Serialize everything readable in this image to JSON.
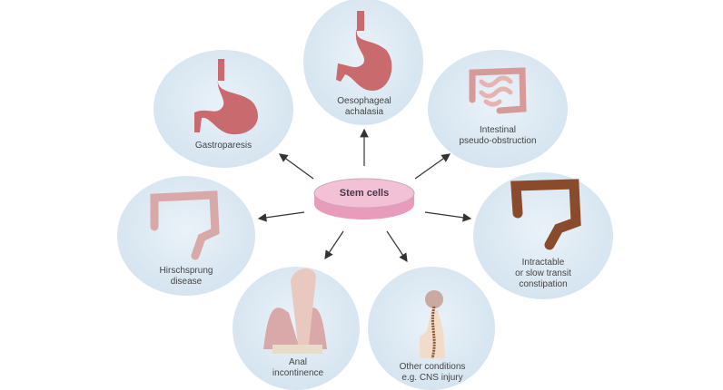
{
  "center": {
    "label": "Stem cells"
  },
  "conditions": [
    {
      "label": "Oesophageal achalasia",
      "lines": [
        "Oesophageal",
        "achalasia"
      ]
    },
    {
      "label": "Gastroparesis",
      "lines": [
        "Gastroparesis"
      ]
    },
    {
      "label": "Intestinal pseudo-obstruction",
      "lines": [
        "Intestinal",
        "pseudo-obstruction"
      ]
    },
    {
      "label": "Hirschsprung disease",
      "lines": [
        "Hirschsprung",
        "disease"
      ]
    },
    {
      "label": "Intractable or slow transit constipation",
      "lines": [
        "Intractable",
        "or slow transit",
        "constipation"
      ]
    },
    {
      "label": "Anal incontinence",
      "lines": [
        "Anal",
        "incontinence"
      ]
    },
    {
      "label": "Other conditions e.g. CNS injury",
      "lines": [
        "Other conditions",
        "e.g. CNS injury"
      ]
    }
  ],
  "colors": {
    "circle": "#dce9f3",
    "organ": "#c96b6e",
    "colon_dark": "#8a4a2c",
    "dish": "#eeb3cb",
    "arrow": "#333333"
  }
}
